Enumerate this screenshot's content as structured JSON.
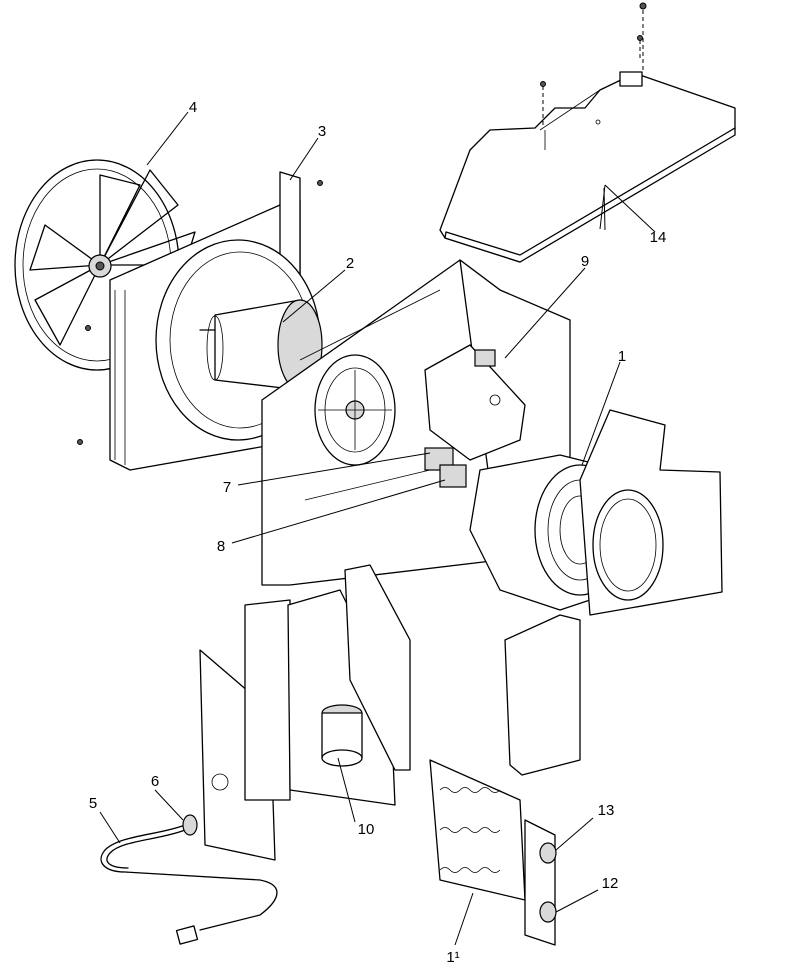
{
  "callouts": [
    {
      "id": "c1",
      "text": "1"
    },
    {
      "id": "c2",
      "text": "2"
    },
    {
      "id": "c3",
      "text": "3"
    },
    {
      "id": "c4",
      "text": "4"
    },
    {
      "id": "c5",
      "text": "5"
    },
    {
      "id": "c6",
      "text": "6"
    },
    {
      "id": "c7",
      "text": "7"
    },
    {
      "id": "c8",
      "text": "8"
    },
    {
      "id": "c9",
      "text": "9"
    },
    {
      "id": "c10",
      "text": "10"
    },
    {
      "id": "c11",
      "text": "1¹"
    },
    {
      "id": "c12",
      "text": "12"
    },
    {
      "id": "c13",
      "text": "13"
    },
    {
      "id": "c14",
      "text": "14"
    }
  ]
}
